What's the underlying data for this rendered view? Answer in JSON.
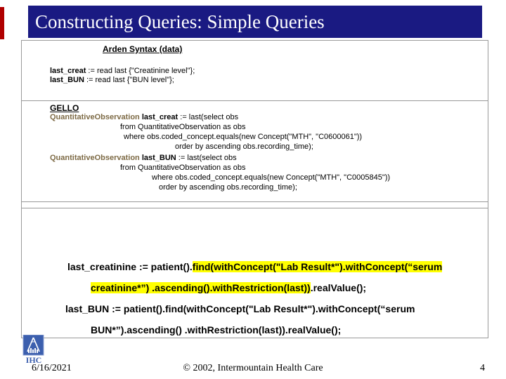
{
  "slide": {
    "title": "Constructing Queries: Simple Queries"
  },
  "arden": {
    "heading": "Arden Syntax (data)",
    "lines": [
      {
        "var": "last_creat",
        "rest": " := read last {\"Creatinine level\"};"
      },
      {
        "var": "last_BUN",
        "rest": " := read last {\"BUN level\"};"
      }
    ]
  },
  "gello": {
    "heading": "GELLO",
    "query1": {
      "keyword": "QuantitativeObservation",
      "var": " last_creat",
      "rest": " := last(select obs",
      "from": "from QuantitativeObservation as obs",
      "where": "where obs.coded_concept.equals(new Concept(\"MTH\", \"C0600061\"))",
      "order": "order by ascending obs.recording_time);"
    },
    "query2": {
      "keyword": "QuantitativeObservation",
      "var": " last_BUN",
      "rest": " := last(select obs",
      "from": "from QuantitativeObservation as obs",
      "where": "where obs.coded_concept.equals(new Concept(\"MTH\", \"C0005845\"))",
      "order": "order by ascending obs.recording_time);"
    }
  },
  "bottom": {
    "line1_plain": "last_creatinine := patient().",
    "line1_highlight": "find(withConcept(\"Lab Result*\").withConcept(“serum",
    "line2_highlight": "creatinine*”) .ascending().withRestriction(last))",
    "line2_plain": ".realValue();",
    "line3": "last_BUN := patient().find(withConcept(\"Lab Result*\").withConcept(“serum",
    "line4": "BUN*”).ascending() .withRestriction(last)).realValue();"
  },
  "footer": {
    "date": "6/16/2021",
    "copyright": "© 2002, Intermountain Health Care",
    "page": "4",
    "logo_text": "IHC"
  },
  "colors": {
    "title_bg": "#1a1a82",
    "accent_red": "#b00000",
    "gello_keyword": "#7d6a45",
    "highlight": "#ffff00",
    "logo_blue": "#3c5fae",
    "border": "#999999"
  }
}
